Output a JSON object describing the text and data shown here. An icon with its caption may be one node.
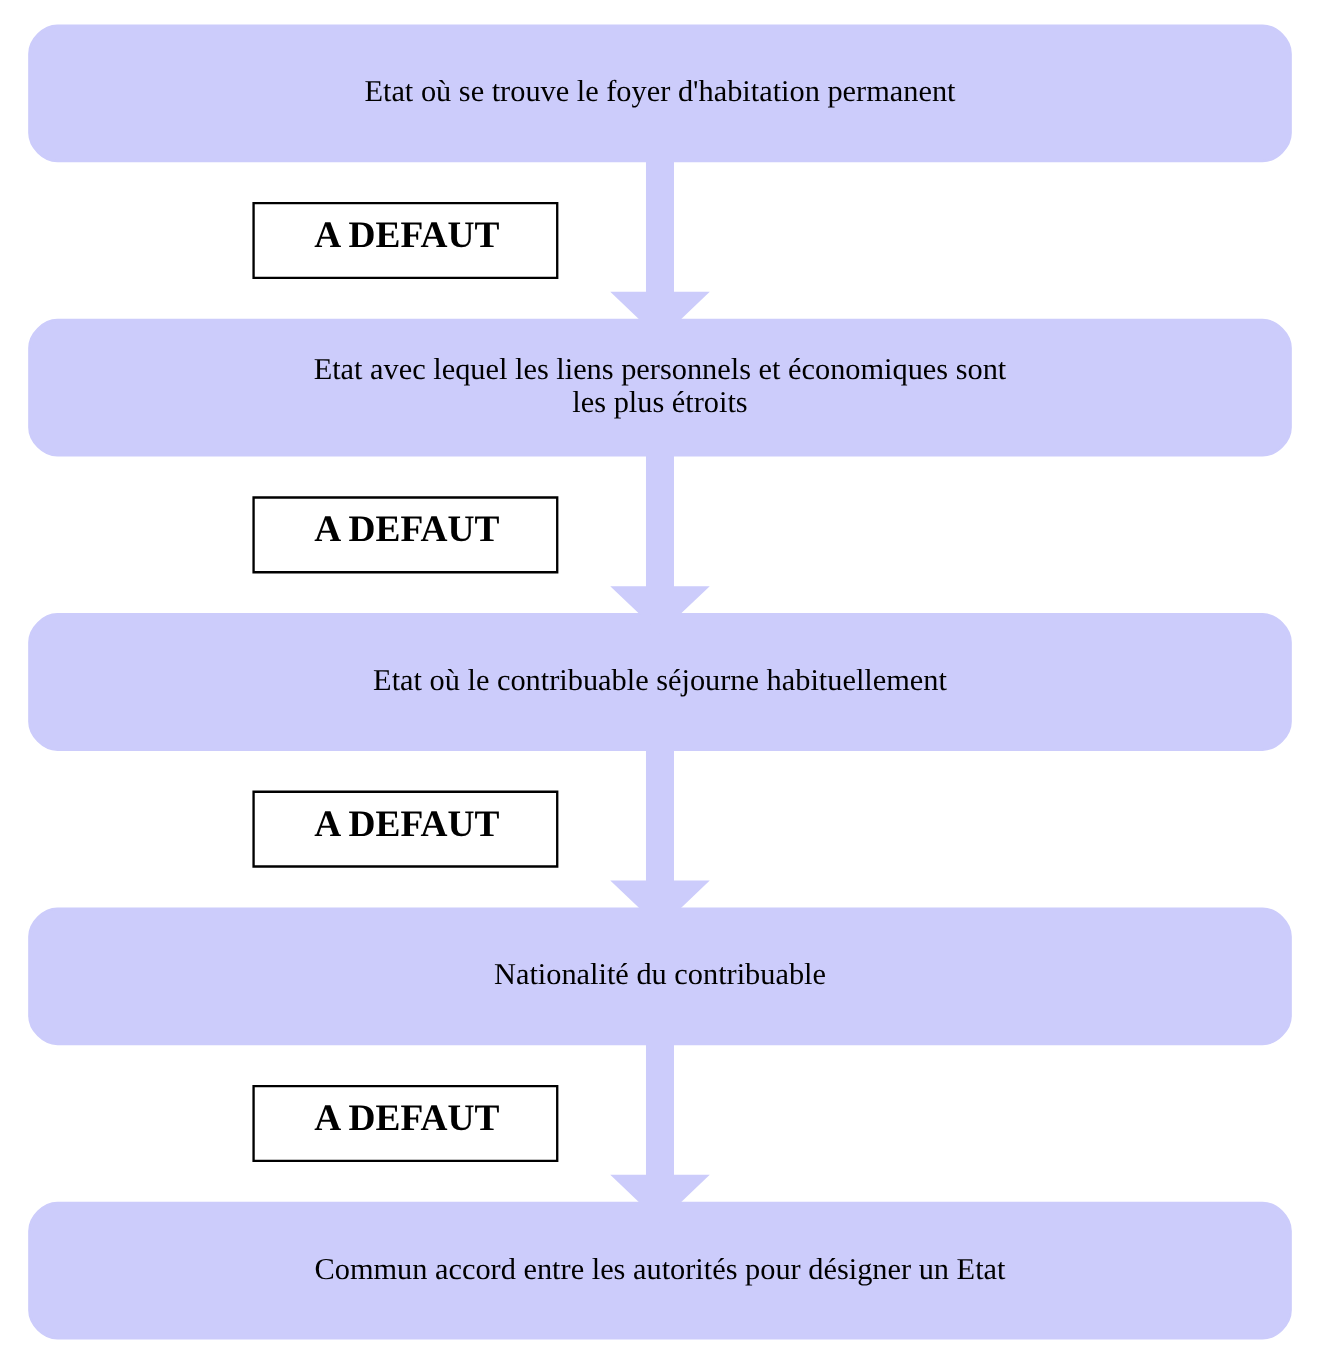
{
  "diagram": {
    "nodes": [
      {
        "text": [
          "Etat où se trouve le foyer d'habitation permanent"
        ]
      },
      {
        "text": [
          "A DEFAUT"
        ]
      },
      {
        "text": [
          "Etat avec lequel les liens personnels et économiques sont les plus étroits"
        ]
      },
      {
        "text": [
          "A DEFAUT"
        ]
      },
      {
        "text": [
          "Etat où le contribuable séjourne habituellement"
        ]
      },
      {
        "text": [
          "A DEFAUT"
        ]
      },
      {
        "text": [
          "Nationalité du contribuable"
        ]
      },
      {
        "text": [
          "A DEFAUT"
        ]
      },
      {
        "text": [
          "Commun accord entre les autorités pour désigner un Etat"
        ]
      }
    ],
    "edges": [
      {
        "from": 0,
        "to": 2,
        "arrow": "to"
      },
      {
        "from": 2,
        "to": 4,
        "arrow": "to"
      },
      {
        "from": 4,
        "to": 6,
        "arrow": "to"
      },
      {
        "from": 6,
        "to": 8,
        "arrow": "to"
      }
    ]
  }
}
